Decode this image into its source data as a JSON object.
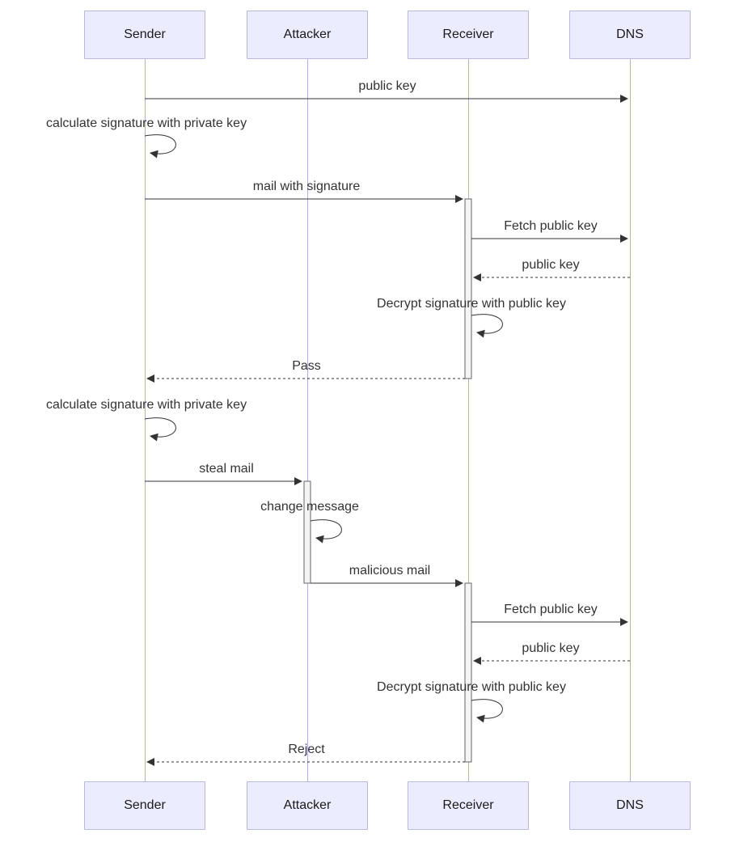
{
  "diagram_type": "sequence",
  "actors": [
    {
      "name": "Sender"
    },
    {
      "name": "Attacker"
    },
    {
      "name": "Receiver"
    },
    {
      "name": "DNS"
    }
  ],
  "messages": [
    {
      "label": "public key",
      "from": "Sender",
      "to": "DNS",
      "style": "solid"
    },
    {
      "label": "calculate signature with private key",
      "from": "Sender",
      "to": "Sender",
      "style": "self"
    },
    {
      "label": "mail with signature",
      "from": "Sender",
      "to": "Receiver",
      "style": "solid"
    },
    {
      "label": "Fetch public key",
      "from": "Receiver",
      "to": "DNS",
      "style": "solid"
    },
    {
      "label": "public key",
      "from": "DNS",
      "to": "Receiver",
      "style": "dotted"
    },
    {
      "label": "Decrypt signature with public key",
      "from": "Receiver",
      "to": "Receiver",
      "style": "self"
    },
    {
      "label": "Pass",
      "from": "Receiver",
      "to": "Sender",
      "style": "dotted"
    },
    {
      "label": "calculate signature with private key",
      "from": "Sender",
      "to": "Sender",
      "style": "self"
    },
    {
      "label": "steal mail",
      "from": "Sender",
      "to": "Attacker",
      "style": "solid"
    },
    {
      "label": "change message",
      "from": "Attacker",
      "to": "Attacker",
      "style": "self"
    },
    {
      "label": "malicious mail",
      "from": "Attacker",
      "to": "Receiver",
      "style": "solid"
    },
    {
      "label": "Fetch public key",
      "from": "Receiver",
      "to": "DNS",
      "style": "solid"
    },
    {
      "label": "public key",
      "from": "DNS",
      "to": "Receiver",
      "style": "dotted"
    },
    {
      "label": "Decrypt signature with public key",
      "from": "Receiver",
      "to": "Receiver",
      "style": "self"
    },
    {
      "label": "Reject",
      "from": "Receiver",
      "to": "Sender",
      "style": "dotted"
    }
  ],
  "colors": {
    "actor_fill": "#ECECFF",
    "actor_border": "#b9b9dd",
    "lifeline": "#b0b0d8",
    "arrow": "#333333",
    "activation_fill": "#f4f4f4",
    "activation_border": "#666666",
    "text": "#333333",
    "background": "#ffffff"
  }
}
